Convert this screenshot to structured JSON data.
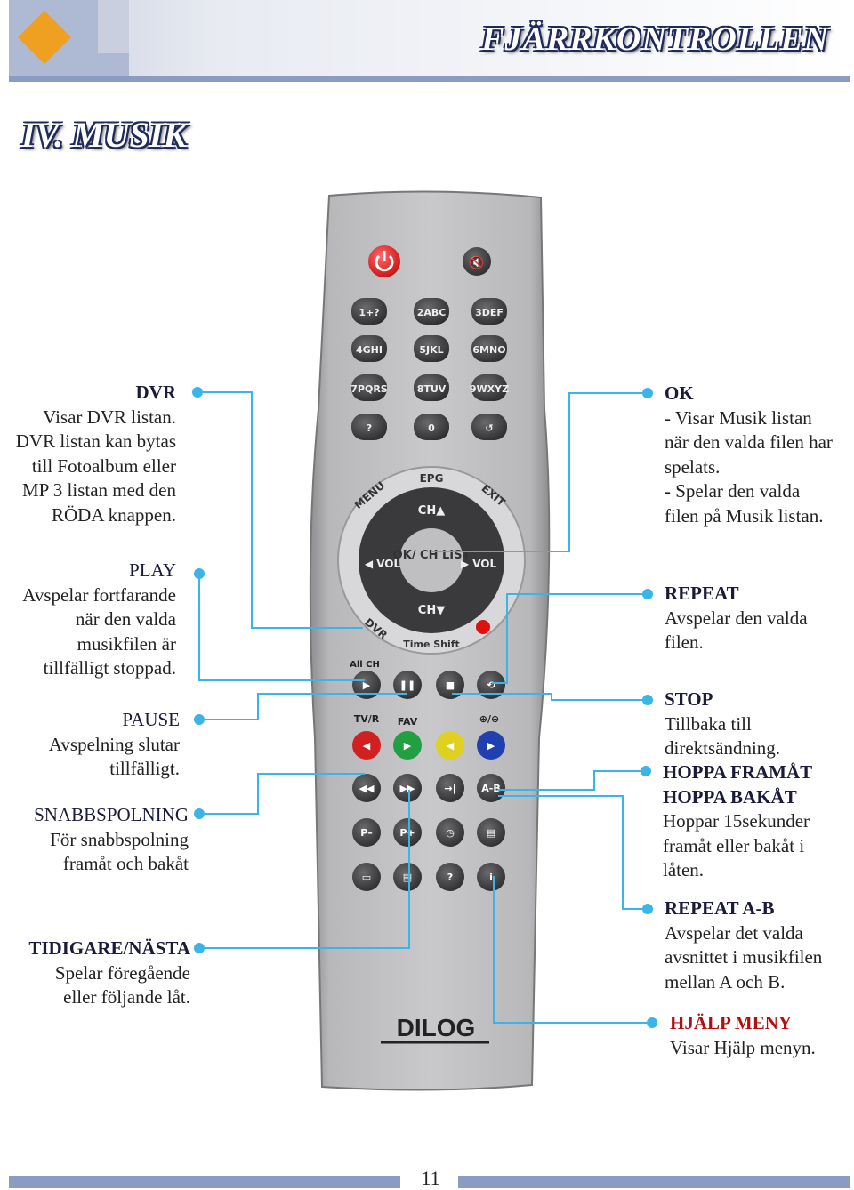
{
  "header": {
    "title": "FJÄRRKONTROLLEN"
  },
  "section_title": "IV. MUSIK",
  "left_labels": [
    {
      "heading": "DVR",
      "lines": [
        "Visar DVR listan.",
        "DVR listan kan bytas",
        "till Fotoalbum eller",
        "MP 3 listan med den",
        "RÖDA knappen."
      ]
    },
    {
      "heading": "PLAY",
      "lines": [
        "Avspelar fortfarande",
        "när den valda",
        "musikfilen är",
        "tillfälligt stoppad."
      ]
    },
    {
      "heading": "PAUSE",
      "lines": [
        "Avspelning slutar",
        "tillfälligt."
      ]
    },
    {
      "heading": "SNABBSPOLNING",
      "lines": [
        "För snabbspolning",
        "framåt och bakåt"
      ]
    },
    {
      "heading": "TIDIGARE/NÄSTA",
      "lines": [
        "Spelar föregående",
        "eller följande låt."
      ]
    }
  ],
  "right_labels": [
    {
      "heading": "OK",
      "lines": [
        "- Visar Musik listan",
        "när den valda filen har",
        "spelats.",
        "- Spelar den valda",
        "filen på Musik listan."
      ]
    },
    {
      "heading": "REPEAT",
      "lines": [
        "Avspelar den valda",
        "filen."
      ]
    },
    {
      "heading": "STOP",
      "lines": [
        "Tillbaka till",
        "direktsändning."
      ]
    },
    {
      "heading": "HOPPA FRAMÅT",
      "lines": []
    },
    {
      "heading": "HOPPA BAKÅT",
      "lines": [
        "Hoppar 15sekunder",
        "framåt eller bakåt i",
        "låten."
      ]
    },
    {
      "heading": "REPEAT A-B",
      "lines": [
        "Avspelar det valda",
        "avsnittet i musikfilen",
        "mellan A och B."
      ]
    },
    {
      "heading": "HJÄLP MENY",
      "lines": [
        "Visar Hjälp menyn."
      ]
    }
  ],
  "remote": {
    "brand": "DILOG",
    "power_icon": "power-icon",
    "mute_icon": "mute-icon",
    "number_keys": [
      "1+?",
      "2ABC",
      "3DEF",
      "4GHI",
      "5JKL",
      "6MNO",
      "7PQRS",
      "8TUV",
      "9WXYZ",
      "?",
      "0",
      "↺"
    ],
    "nav": {
      "top": "EPG",
      "menu": "MENU",
      "exit": "EXIT",
      "ch_up": "CH▲",
      "ch_down": "CH▼",
      "vol_left": "◀ VOL",
      "vol_right": "▶ VOL",
      "ok": "OK/ CH LIST",
      "dvr": "DVR",
      "timeshift": "Time Shift"
    },
    "small_labels": {
      "all_ch": "All CH",
      "fav": "FAV",
      "tv_radio": "TV/R",
      "plus_minus": "⊕/⊖",
      "ab": "A-B",
      "p_minus": "P–",
      "p_plus": "P+"
    }
  },
  "footer": {
    "page_number": "11"
  }
}
